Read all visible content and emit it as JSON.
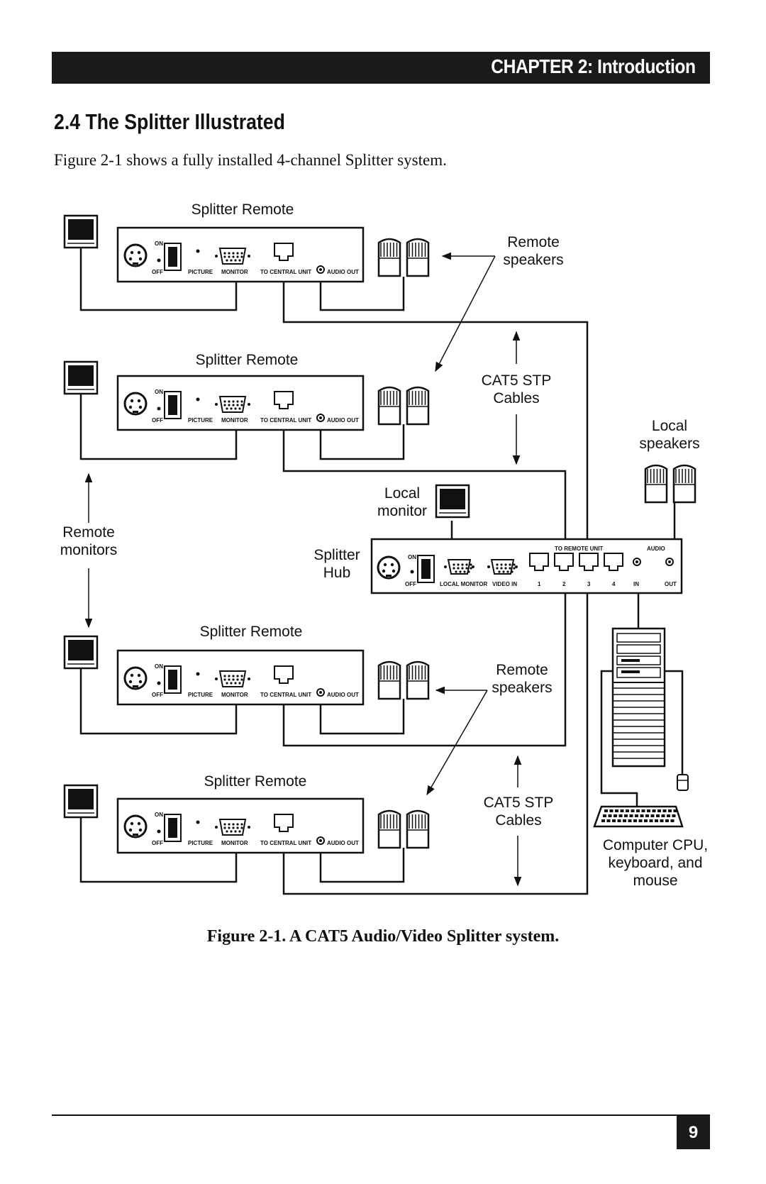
{
  "header": {
    "chapter": "CHAPTER 2: Introduction"
  },
  "section": {
    "heading": "2.4 The Splitter Illustrated"
  },
  "intro": "Figure 2-1 shows a fully installed 4-channel Splitter system.",
  "diagram": {
    "splitter_remote": "Splitter Remote",
    "remote_speakers": [
      "Remote",
      "speakers"
    ],
    "cat5_cables": [
      "CAT5 STP",
      "Cables"
    ],
    "local_speakers": [
      "Local",
      "speakers"
    ],
    "local_monitor": [
      "Local",
      "monitor"
    ],
    "remote_monitors": [
      "Remote",
      "monitors"
    ],
    "splitter_hub": [
      "Splitter",
      "Hub"
    ],
    "computer": [
      "Computer CPU,",
      "keyboard, and",
      "mouse"
    ],
    "remote_panel": {
      "on": "ON",
      "off": "OFF",
      "picture": "PICTURE",
      "monitor": "MONITOR",
      "to_central_unit": "TO CENTRAL UNIT",
      "audio_out": "AUDIO OUT"
    },
    "hub_panel": {
      "on": "ON",
      "off": "OFF",
      "local_monitor": "LOCAL MONITOR",
      "video_in": "VIDEO IN",
      "to_remote_unit": "TO REMOTE UNIT",
      "audio": "AUDIO",
      "ports": [
        "1",
        "2",
        "3",
        "4"
      ],
      "in": "IN",
      "out": "OUT"
    }
  },
  "caption": "Figure 2-1. A CAT5 Audio/Video Splitter system.",
  "page_number": "9"
}
